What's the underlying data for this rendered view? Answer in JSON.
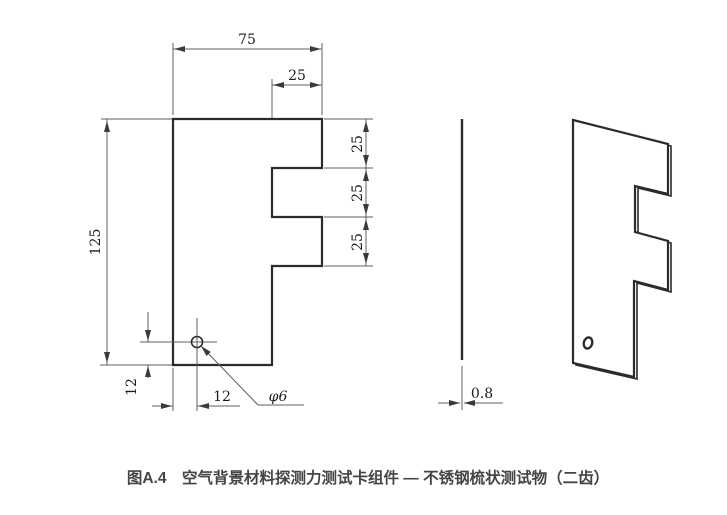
{
  "drawing": {
    "caption": "图A.4　空气背景材料探测力测试卡组件 — 不锈钢梳状测试物（二齿）",
    "front_view": {
      "total_width": "75",
      "tooth_width": "25",
      "total_height": "125",
      "tooth_top_height": "25",
      "notch_height": "25",
      "tooth_mid_height": "25",
      "hole_offset_horizontal": "12",
      "hole_offset_vertical": "12",
      "hole_diameter": "φ6"
    },
    "side_view": {
      "thickness": "0.8"
    },
    "colors": {
      "background": "#ffffff",
      "outline": "#2b2b2b",
      "dimension": "#5f5f5f",
      "dim-text": "#1d1d1d",
      "caption-text": "#454545"
    }
  }
}
